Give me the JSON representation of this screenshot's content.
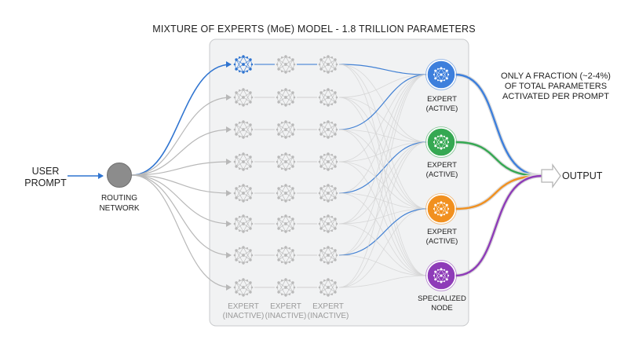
{
  "title": "MIXTURE OF EXPERTS (MoE) MODEL - 1.8 TRILLION PARAMETERS",
  "user_prompt": [
    "USER",
    "PROMPT"
  ],
  "routing_network": [
    "ROUTING",
    "NETWORK"
  ],
  "output": "OUTPUT",
  "note": [
    "ONLY A FRACTION (~2-4%)",
    "OF TOTAL PARAMETERS",
    "ACTIVATED PER PROMPT"
  ],
  "inactive_columns": [
    [
      "EXPERT",
      "(INACTIVE)"
    ],
    [
      "EXPERT",
      "(INACTIVE)"
    ],
    [
      "EXPERT",
      "(INACTIVE)"
    ]
  ],
  "active_experts": [
    {
      "lines": [
        "EXPERT",
        "(ACTIVE)"
      ],
      "color": "#3d7fdc"
    },
    {
      "lines": [
        "EXPERT",
        "(ACTIVE)"
      ],
      "color": "#35a852"
    },
    {
      "lines": [
        "EXPERT",
        "(ACTIVE)"
      ],
      "color": "#f1901f"
    },
    {
      "lines": [
        "SPECIALIZED",
        "NODE"
      ],
      "color": "#8e3bb8"
    }
  ],
  "colors": {
    "highlight": "#2f74d0",
    "inactive": "#c4c4c4",
    "routing": "#8c8c8c",
    "panel": "#f1f2f3"
  },
  "icons": {
    "inactive_node": "neural-network-icon",
    "router": "routing-node-icon",
    "output_arrow": "arrow-right-icon"
  }
}
